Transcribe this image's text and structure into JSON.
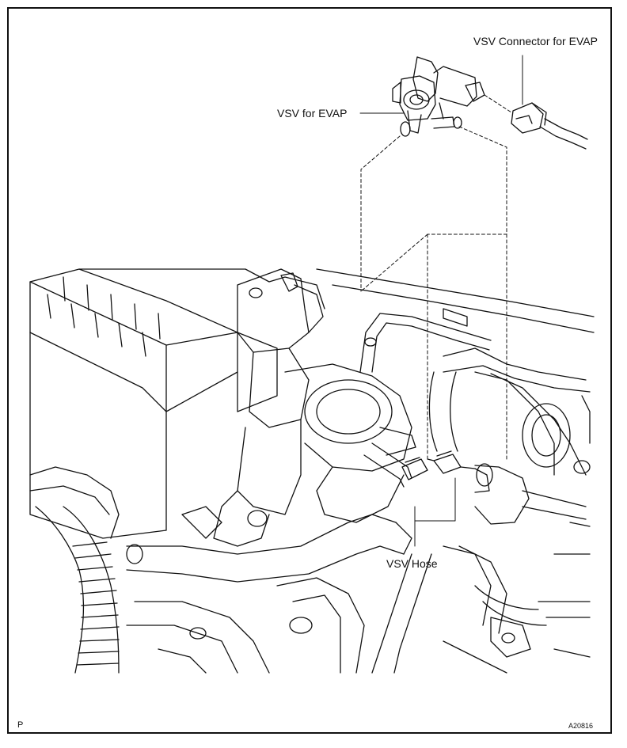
{
  "diagram": {
    "labels": {
      "vsv_connector": "VSV Connector for EVAP",
      "vsv": "VSV for EVAP",
      "vsv_hose": "VSV Hose"
    },
    "corner_mark": "P",
    "figure_code": "A20816"
  },
  "colors": {
    "line": "#111111",
    "background": "#ffffff"
  }
}
